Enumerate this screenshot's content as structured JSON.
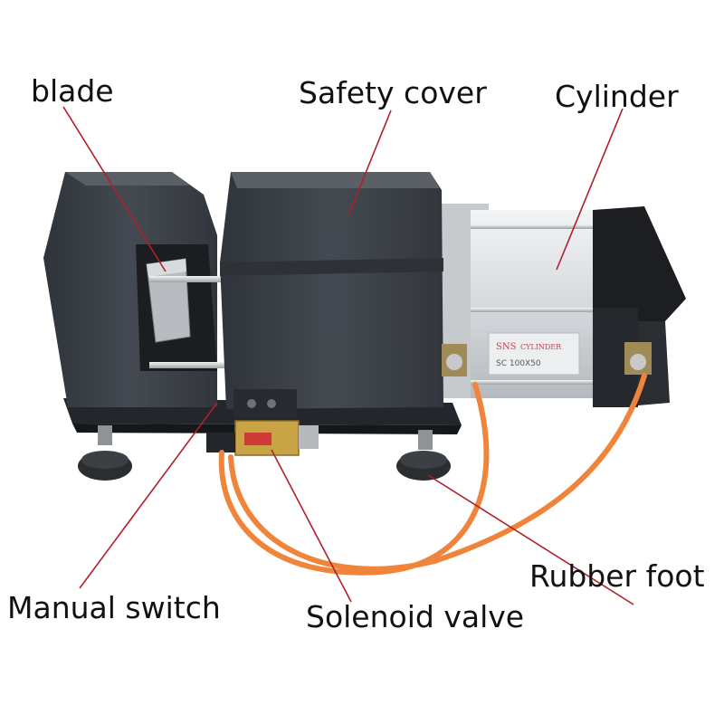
{
  "labels": {
    "blade": "blade",
    "safety_cover": "Safety cover",
    "cylinder": "Cylinder",
    "rubber_foot": "Rubber foot",
    "manual_switch": "Manual switch",
    "solenoid_valve": "Solenoid valve"
  },
  "cylinder_markings": {
    "brand": "SNS",
    "text": "CYLINDER",
    "model": "SC 100X50"
  },
  "colors": {
    "leader_line": "#b0202a",
    "body": "#3d4249",
    "cylinder": "#dcdfe3",
    "hose": "#f0843a",
    "valve": "#c9a447"
  }
}
